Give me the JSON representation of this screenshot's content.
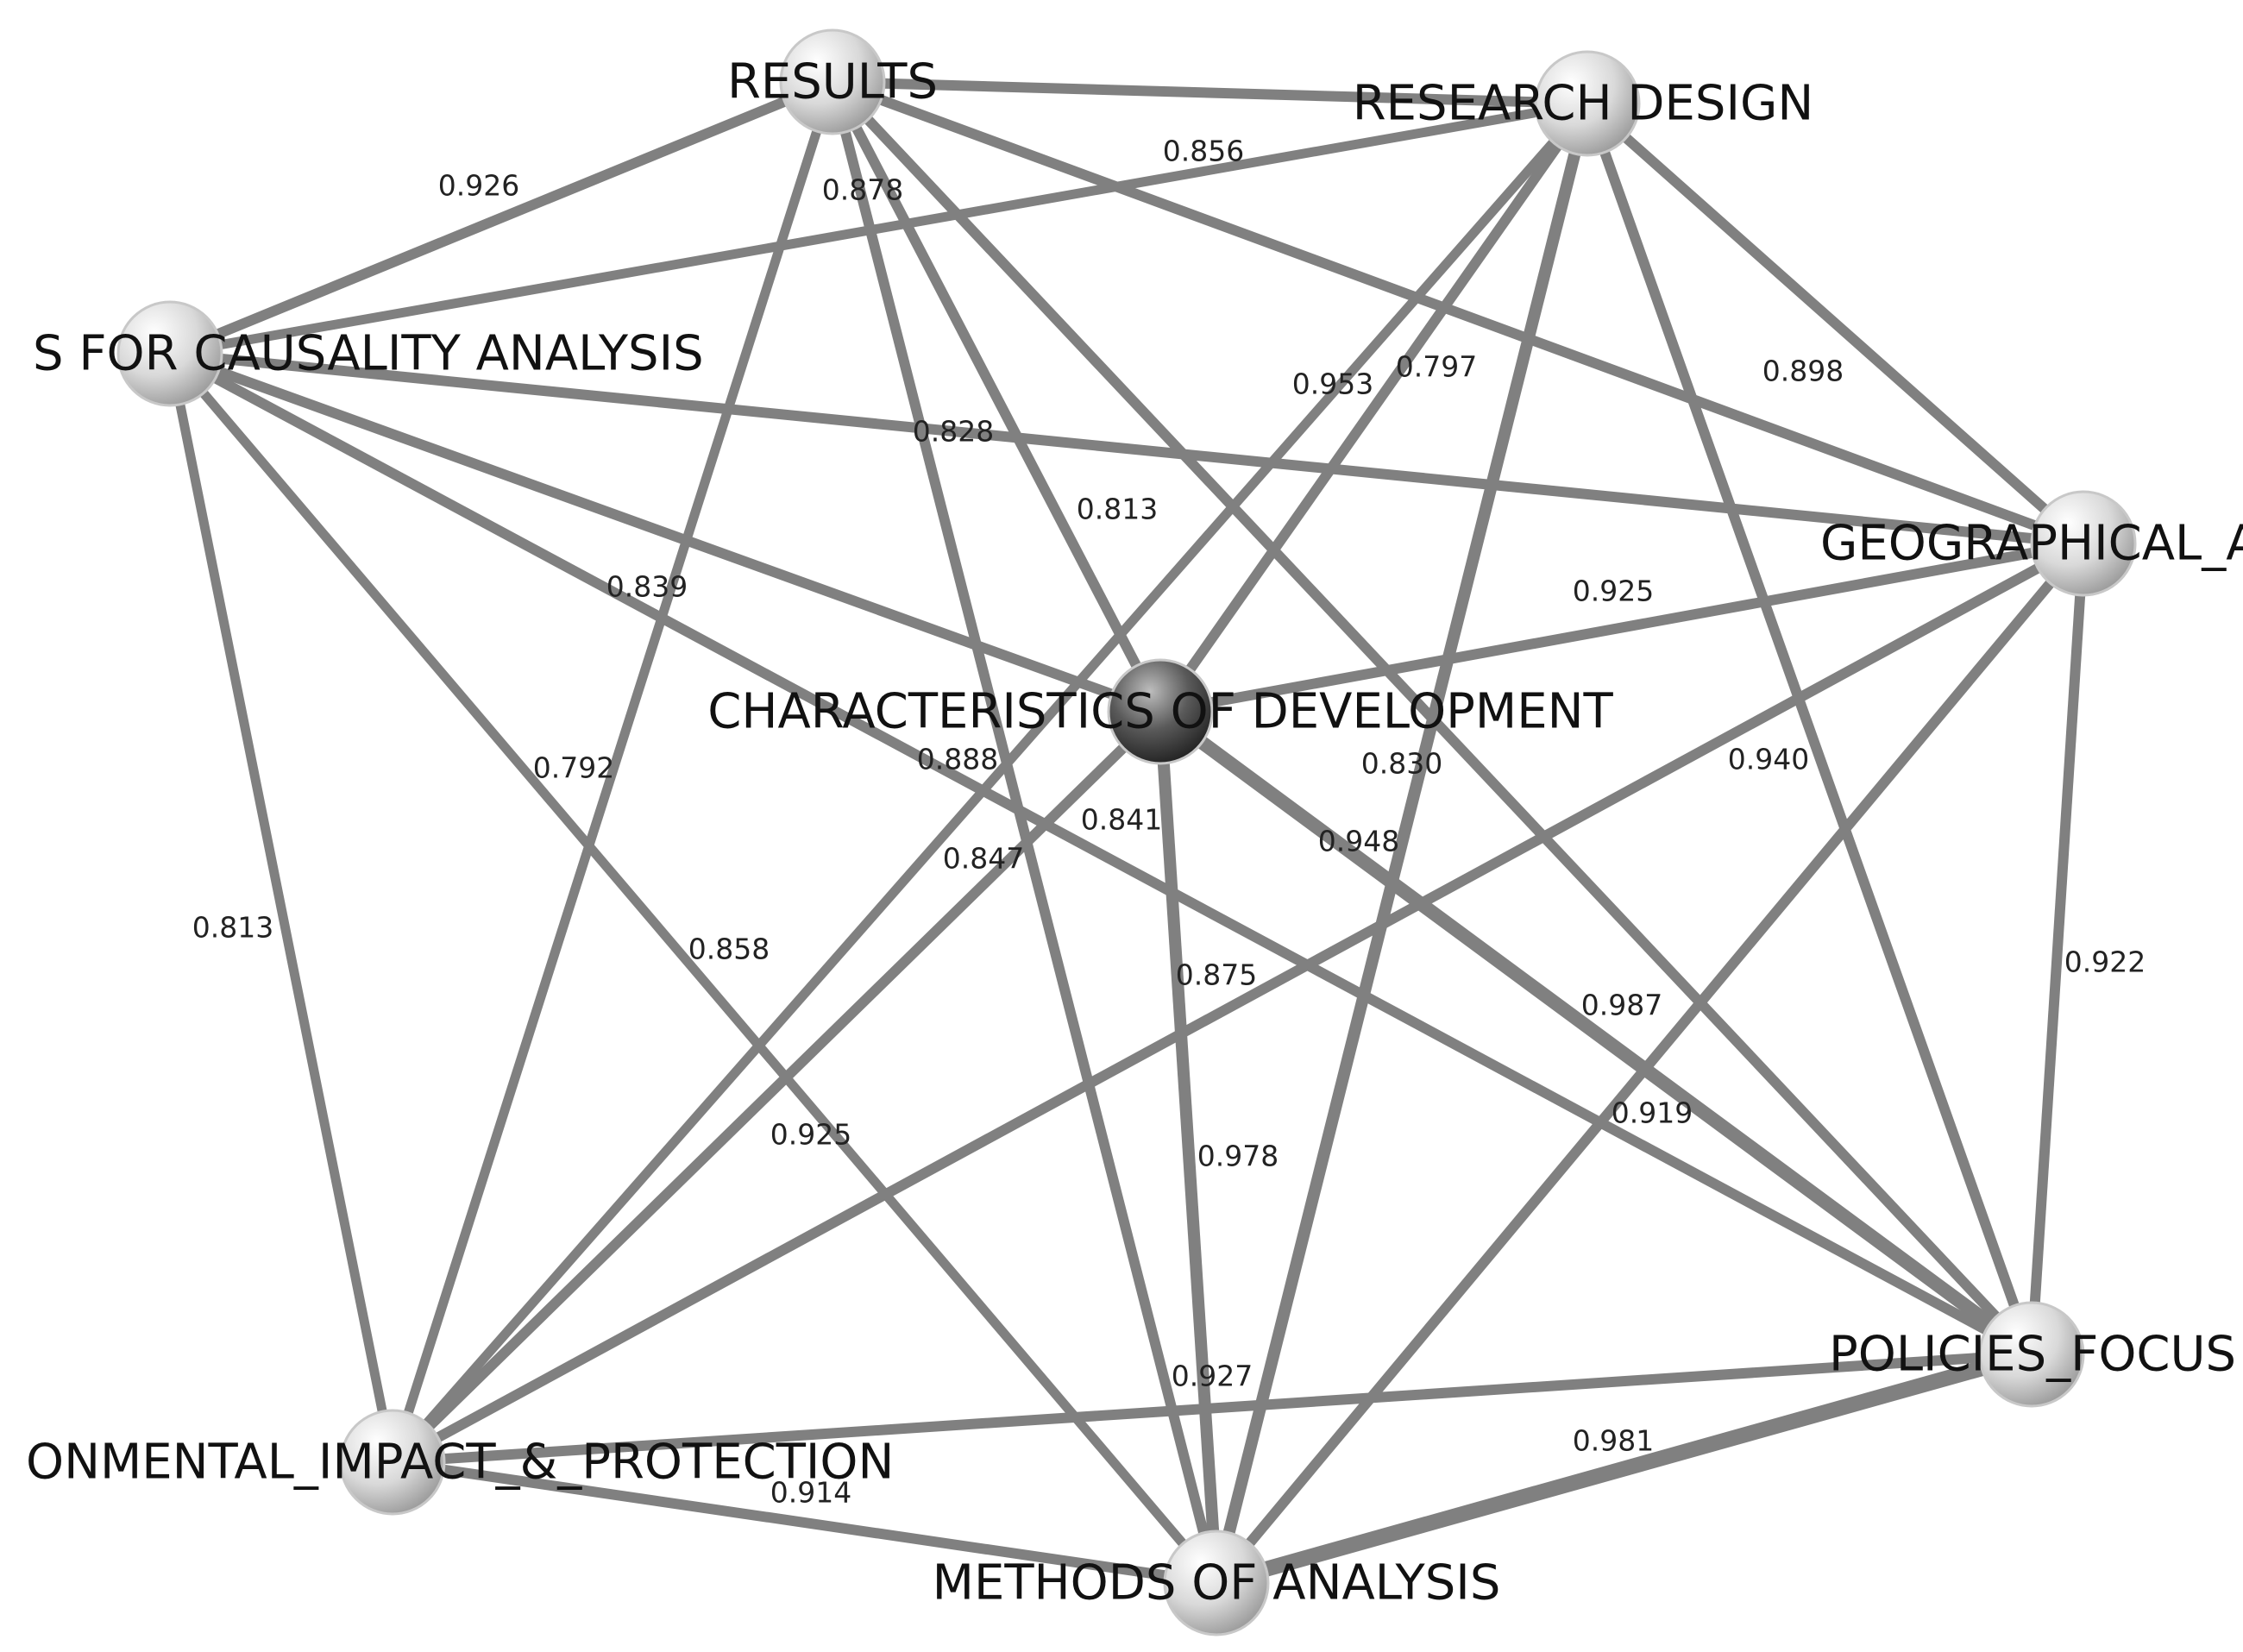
{
  "chart_data": {
    "type": "network",
    "nodes": [
      {
        "id": "results",
        "label": "RESULTS",
        "style": "light"
      },
      {
        "id": "research_design",
        "label": "RESEARCH DESIGN",
        "style": "light"
      },
      {
        "id": "causality",
        "label": "S FOR CAUSALITY ANALYSIS",
        "style": "light"
      },
      {
        "id": "geographical",
        "label": "GEOGRAPHICAL_A",
        "style": "light"
      },
      {
        "id": "characteristics",
        "label": "CHARACTERISTICS OF DEVELOPMENT",
        "style": "dark"
      },
      {
        "id": "policies",
        "label": "POLICIES_FOCUS",
        "style": "light"
      },
      {
        "id": "environmental",
        "label": "ONMENTAL_IMPACT_&_PROTECTION",
        "style": "light"
      },
      {
        "id": "methods",
        "label": "METHODS OF ANALYSIS",
        "style": "light"
      }
    ],
    "edges": [
      {
        "source": "causality",
        "target": "results",
        "weight": "0.926"
      },
      {
        "source": "causality",
        "target": "research_design",
        "weight": "0.856"
      },
      {
        "source": "results",
        "target": "research_design",
        "weight": ""
      },
      {
        "source": "results",
        "target": "characteristics",
        "weight": "0.878"
      },
      {
        "source": "results",
        "target": "methods",
        "weight": "0.828"
      },
      {
        "source": "results",
        "target": "policies",
        "weight": "0.813"
      },
      {
        "source": "results",
        "target": "geographical",
        "weight": ""
      },
      {
        "source": "results",
        "target": "environmental",
        "weight": ""
      },
      {
        "source": "research_design",
        "target": "characteristics",
        "weight": "0.953"
      },
      {
        "source": "research_design",
        "target": "environmental",
        "weight": "0.797"
      },
      {
        "source": "research_design",
        "target": "methods",
        "weight": "0.830"
      },
      {
        "source": "research_design",
        "target": "geographical",
        "weight": "0.898"
      },
      {
        "source": "research_design",
        "target": "policies",
        "weight": ""
      },
      {
        "source": "causality",
        "target": "geographical",
        "weight": ""
      },
      {
        "source": "causality",
        "target": "characteristics",
        "weight": "0.839"
      },
      {
        "source": "causality",
        "target": "policies",
        "weight": "0.888"
      },
      {
        "source": "causality",
        "target": "methods",
        "weight": "0.792"
      },
      {
        "source": "causality",
        "target": "environmental",
        "weight": "0.813"
      },
      {
        "source": "characteristics",
        "target": "geographical",
        "weight": "0.925"
      },
      {
        "source": "characteristics",
        "target": "policies",
        "weight": "0.948"
      },
      {
        "source": "characteristics",
        "target": "methods",
        "weight": "0.875"
      },
      {
        "source": "geographical",
        "target": "environmental",
        "weight": "0.940"
      },
      {
        "source": "geographical",
        "target": "methods",
        "weight": "0.987"
      },
      {
        "source": "geographical",
        "target": "policies",
        "weight": "0.922"
      },
      {
        "source": "environmental",
        "target": "policies",
        "weight": "0.919"
      },
      {
        "source": "environmental",
        "target": "methods",
        "weight": "0.914"
      },
      {
        "source": "methods",
        "target": "policies",
        "weight": "0.981"
      },
      {
        "source": "environmental",
        "target": "characteristics",
        "weight": "0.841"
      },
      {
        "source": "results",
        "target": "environmental_b",
        "weight": "0.847"
      },
      {
        "source": "methods",
        "target": "environmental_c",
        "weight": "0.858"
      },
      {
        "source": "environmental",
        "target": "geographical_b",
        "weight": "0.925"
      },
      {
        "source": "characteristics",
        "target": "methods_b",
        "weight": "0.978"
      },
      {
        "source": "methods",
        "target": "environmental_d",
        "weight": "0.927"
      }
    ]
  }
}
